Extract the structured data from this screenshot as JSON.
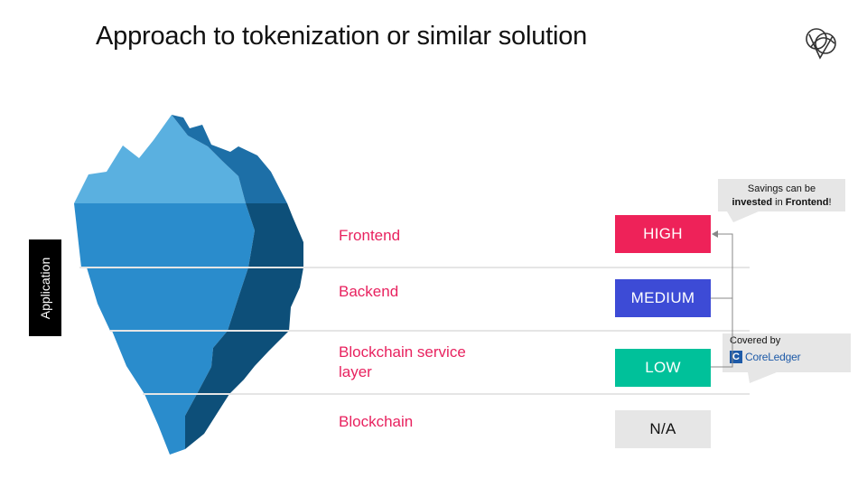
{
  "title": "Approach to tokenization or similar solution",
  "side_label": "Application",
  "layers": [
    {
      "name": "Frontend",
      "level": "HIGH",
      "color": "#ee2259"
    },
    {
      "name": "Backend",
      "level": "MEDIUM",
      "color": "#3d4bd6"
    },
    {
      "name": "Blockchain service layer",
      "level": "LOW",
      "color": "#00c19a"
    },
    {
      "name": "Blockchain",
      "level": "N/A",
      "color": "#e6e6e6"
    }
  ],
  "callouts": {
    "savings": {
      "line1": "Savings can be",
      "bold1": "invested",
      "mid": " in ",
      "bold2": "Frontend",
      "end": "!"
    },
    "covered": {
      "label": "Covered by",
      "logo_mark": "C",
      "logo_text": "CoreLedger"
    }
  },
  "colors": {
    "ice_light": "#5ab0e0",
    "ice_mid": "#2a8ccc",
    "ice_dark": "#1d6fa7",
    "ice_deep": "#0d4f79",
    "divider": "#e5e5e5",
    "accent_text": "#e8225f"
  }
}
